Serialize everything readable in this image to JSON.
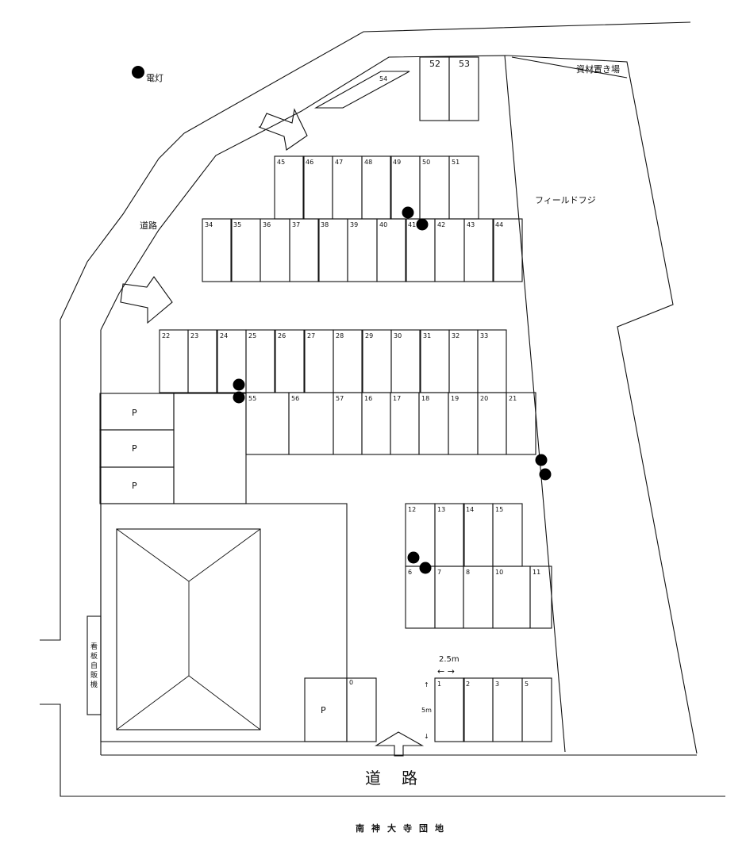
{
  "title": "南神大寺団地",
  "legend": {
    "lamp_label": "電灯"
  },
  "labels": {
    "road_left": "道路",
    "road_bottom": "道路",
    "materials_area": "資材置き場",
    "neighbor": "フィールドフジ",
    "vending": [
      "看",
      "板",
      "自",
      "販",
      "機"
    ],
    "parking_mark": "P",
    "dim_width": "2.5m",
    "dim_length": "5m"
  },
  "spaces": {
    "row_a": [
      "45",
      "46",
      "47",
      "48",
      "49",
      "50",
      "51"
    ],
    "row_b": [
      "34",
      "35",
      "36",
      "37",
      "38",
      "39",
      "40",
      "41",
      "42",
      "43",
      "44"
    ],
    "row_c": [
      "22",
      "23",
      "24",
      "25",
      "26",
      "27",
      "28",
      "29",
      "30",
      "31",
      "32",
      "33"
    ],
    "row_d": [
      "55",
      "56",
      "57",
      "16",
      "17",
      "18",
      "19",
      "20",
      "21"
    ],
    "row_e": [
      "12",
      "13",
      "14",
      "15"
    ],
    "row_f": [
      "6",
      "7",
      "8",
      "10",
      "11"
    ],
    "row_g": [
      "1",
      "2",
      "3",
      "5"
    ],
    "top_pair": [
      "52",
      "53"
    ],
    "diagonal": "54",
    "single_zero": "0"
  }
}
